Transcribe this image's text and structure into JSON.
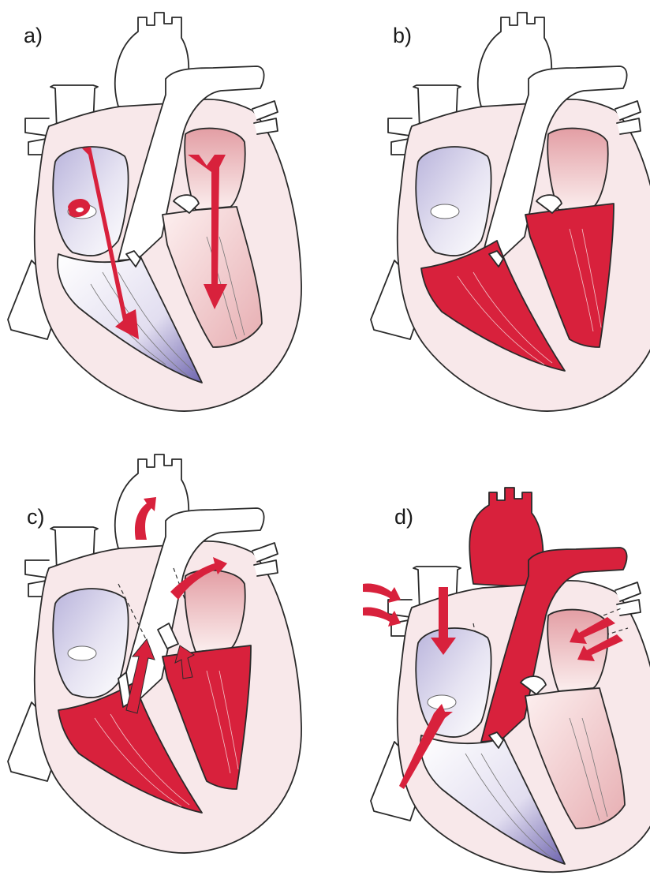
{
  "figure": {
    "panels": [
      {
        "id": "a",
        "label": "a)"
      },
      {
        "id": "b",
        "label": "b)"
      },
      {
        "id": "c",
        "label": "c)"
      },
      {
        "id": "d",
        "label": "d)"
      }
    ]
  },
  "colors": {
    "heart_wall": "#f8e8ea",
    "outline": "#2a2a2a",
    "oxygenated_red": "#d8213c",
    "deoxygenated_purple": "#c9c6e2",
    "vessel_white": "#ffffff",
    "atrium_pink": "#e8a9ae"
  },
  "icons": [
    "heart-diagram",
    "blood-flow-arrow"
  ]
}
